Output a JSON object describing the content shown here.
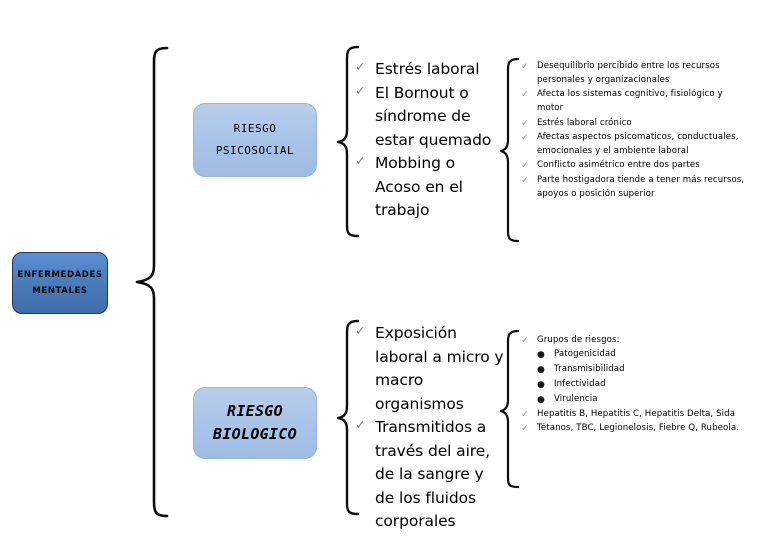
{
  "diagram": {
    "title": "Enfermedades Mentales - Riesgos",
    "colors": {
      "root_fill": "#4a7ebb",
      "root_border": "#1f3864",
      "branch_fill": "#a9c4e8",
      "branch_border": "#9ab4da",
      "brace_stroke": "#0d0d0d",
      "tick_color": "#8a8a8a",
      "background": "#ffffff"
    },
    "root": {
      "label_line1": "ENFERMEDADES",
      "label_line2": "MENTALES"
    },
    "branches": [
      {
        "id": "psicosocial",
        "label_line1": "RIESGO",
        "label_line2": "PSICOSOCIAL",
        "items": [
          "Estrés laboral",
          "El Bornout o síndrome de estar quemado",
          "Mobbing o Acoso en el trabajo"
        ],
        "details": [
          "Desequilibrio percibido entre los recursos personales y organizacionales",
          "Afecta los sistemas cognitivo, fisiológico y motor",
          "Estrés laboral crónico",
          "Afectas aspectos psicomaticos, conductuales, emocionales y el ambiente laboral",
          "Conflicto asimétrico entre dos partes",
          "Parte hostigadora tiende a tener más recursos, apoyos o posición superior"
        ]
      },
      {
        "id": "biologico",
        "label_line1": "RIESGO",
        "label_line2": "BIOLOGICO",
        "items": [
          "Exposición laboral a micro y macro organismos",
          "Transmitidos a través del aire, de la sangre y de los fluidos corporales"
        ],
        "details": [
          "Grupos de riesgos:",
          "Hepatitis B, Hepatitis C, Hepatitis Delta, Sida",
          "Tétanos, TBC, Legionelosis, Fiebre Q, Rubeola."
        ],
        "detail_subitems": [
          "Patogenicidad",
          "Transmisibilidad",
          "Infectividad",
          "Virulencia"
        ]
      }
    ],
    "icons": {
      "tick": "✓",
      "bullet": "●"
    }
  }
}
